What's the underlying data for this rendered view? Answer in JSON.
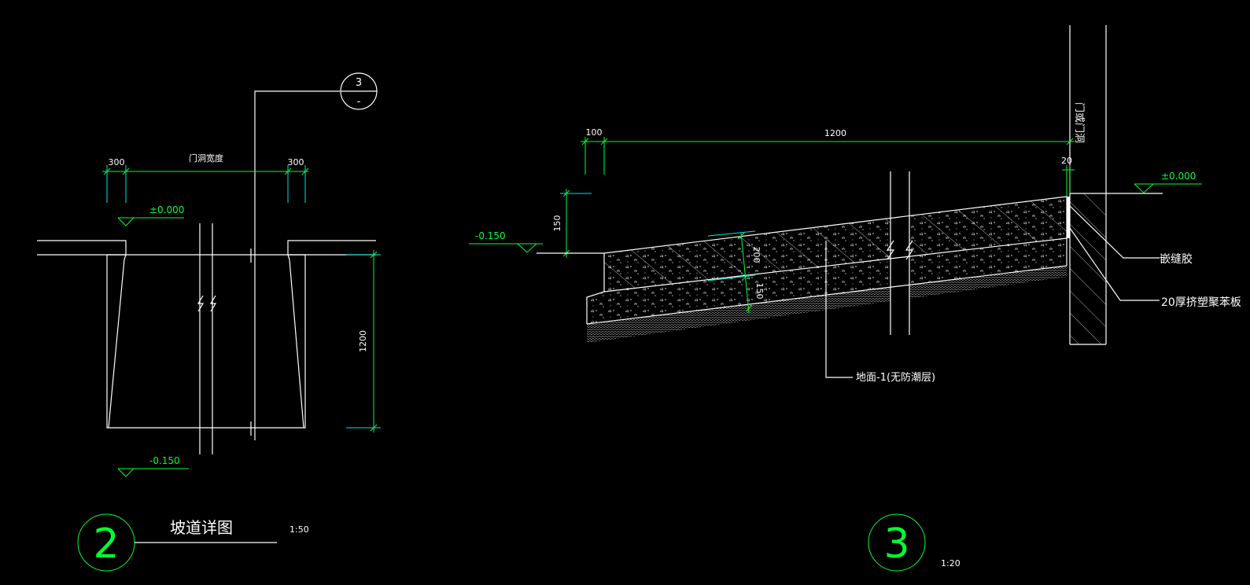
{
  "detail_2": {
    "title": "坡道详图",
    "number": "2",
    "scale": "1:50",
    "dim_left": "300",
    "dim_right": "300",
    "dim_mid": "门洞宽度",
    "dim_height": "1200",
    "level_top": "±0.000",
    "level_bottom": "-0.150",
    "callout_num": "3",
    "callout_sheet": "-"
  },
  "detail_3": {
    "number": "3",
    "scale": "1:20",
    "dim_100": "100",
    "dim_1200": "1200",
    "dim_20": "20",
    "dim_150_rise": "150",
    "dim_200": "200",
    "dim_150_layer": "150",
    "level_left": "-0.150",
    "level_right": "±0.000",
    "label_door": "门或门洞",
    "label_joint": "嵌缝胶",
    "label_board": "20厚挤塑聚苯板",
    "label_floor": "地面-1(无防潮层)"
  },
  "colors": {
    "background": "#000000",
    "line": "#ffffff",
    "dimension": "#00ff33",
    "extension": "#00e5e5"
  }
}
